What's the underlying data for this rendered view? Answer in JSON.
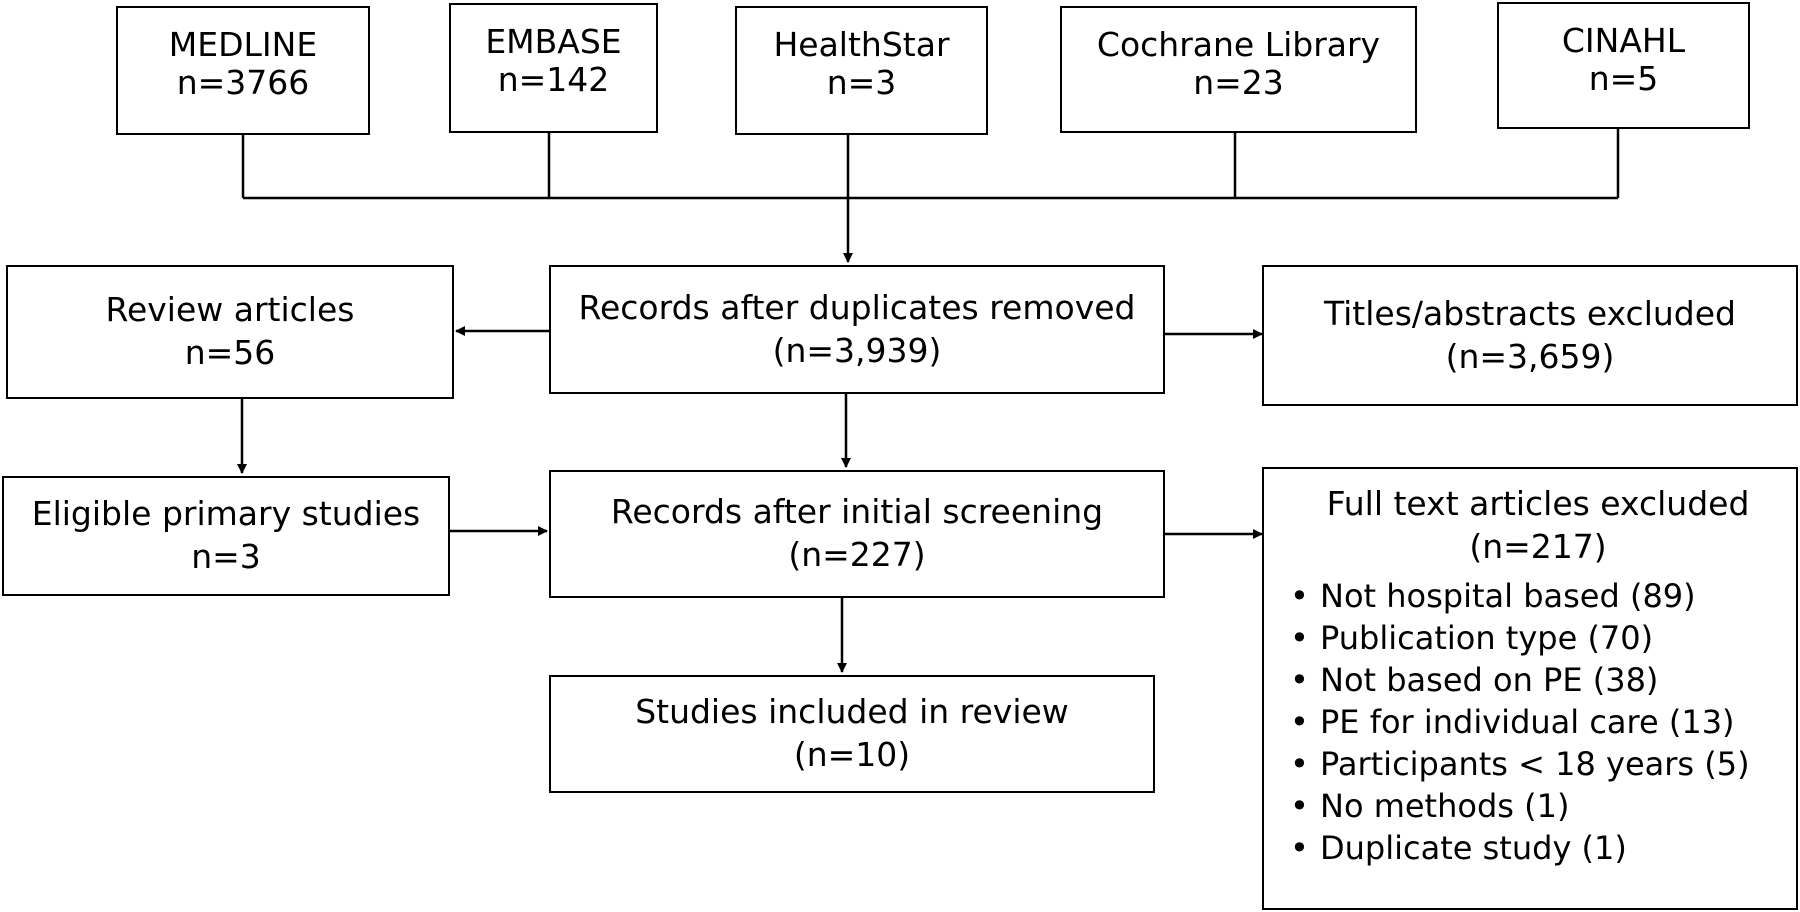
{
  "sources": [
    {
      "name": "MEDLINE",
      "count": "n=3766"
    },
    {
      "name": "EMBASE",
      "count": "n=142"
    },
    {
      "name": "HealthStar",
      "count": "n=3"
    },
    {
      "name": "Cochrane Library",
      "count": "n=23"
    },
    {
      "name": "CINAHL",
      "count": "n=5"
    }
  ],
  "review_articles": {
    "title": "Review articles",
    "count": "n=56"
  },
  "records_dedup": {
    "title": "Records after duplicates removed",
    "count": "(n=3,939)"
  },
  "titles_excluded": {
    "title": "Titles/abstracts excluded",
    "count": "(n=3,659)"
  },
  "eligible_primary": {
    "title": "Eligible primary studies",
    "count": "n=3"
  },
  "records_screen": {
    "title": "Records after initial screening",
    "count": "(n=227)"
  },
  "fulltext_excluded": {
    "title": "Full text articles excluded",
    "count": "(n=217)",
    "reasons": [
      "Not hospital based (89)",
      "Publication type (70)",
      "Not based on PE (38)",
      "PE for individual care (13)",
      "Participants < 18 years (5)",
      "No methods (1)",
      "Duplicate study (1)"
    ]
  },
  "studies_included": {
    "title": "Studies included in review",
    "count": "(n=10)"
  }
}
